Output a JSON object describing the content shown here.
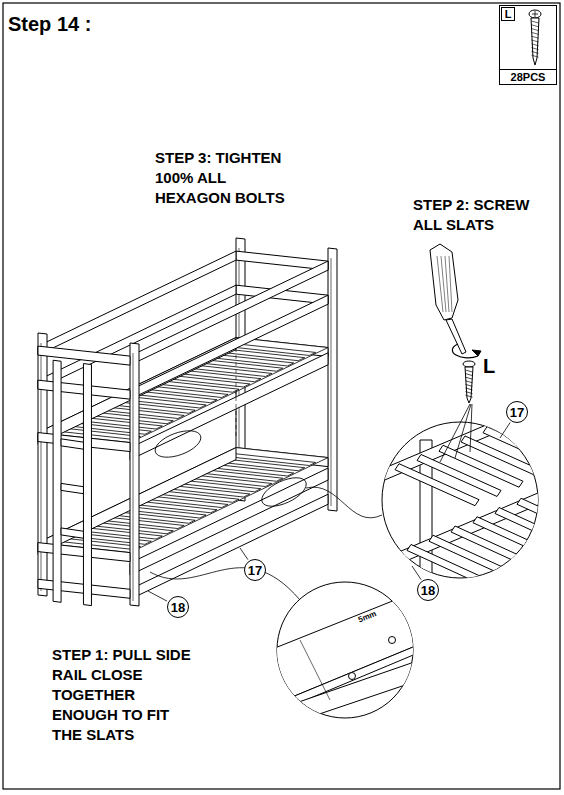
{
  "diagram": {
    "title": "Step 14 :",
    "nodes": [
      {
        "text": [
          "L",
          "28PCS"
        ]
      }
    ],
    "labels": [
      "STEP 3: TIGHTEN 100% ALL HEXAGON BOLTS",
      "STEP 2: SCREW ALL SLATS",
      "L",
      "17",
      "17",
      "18",
      "18",
      "5mm",
      "STEP 1: PULL SIDE RAIL CLOSE TOGETHER ENOUGH TO FIT THE SLATS"
    ]
  }
}
